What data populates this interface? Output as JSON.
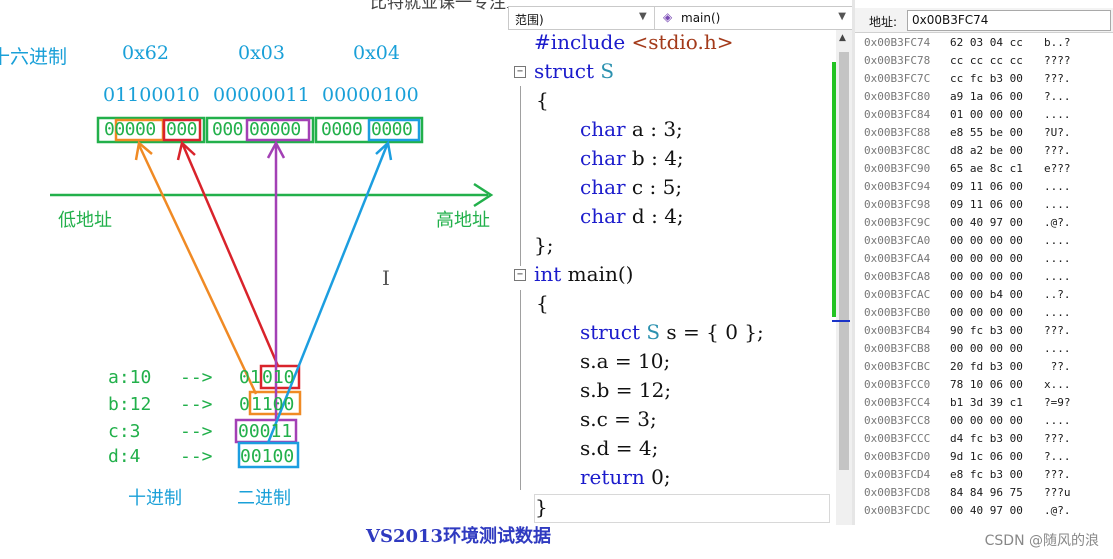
{
  "top_banner": "比特就业课一专注IT大学生就业的精品课程",
  "diagram": {
    "hex_row_label": "十六进制",
    "hex_values": [
      "0x62",
      "0x03",
      "0x04"
    ],
    "binary_values": [
      "01100010",
      "00000011",
      "00000100"
    ],
    "box_byte1_a": "00000",
    "box_byte1_b": "000",
    "box_byte2_a": "000",
    "box_byte2_b": "00000",
    "box_byte3_a": "0000",
    "box_byte3_b": "0000",
    "low_addr": "低地址",
    "high_addr": "高地址",
    "assignments": [
      {
        "left": "a:10",
        "arrow": "-->",
        "bin_a": "01",
        "bin_b": "010"
      },
      {
        "left": "b:12",
        "arrow": "-->",
        "bin_a": "0",
        "bin_b": "1100"
      },
      {
        "left": "c:3",
        "arrow": "-->",
        "bin_a": "00011",
        "bin_b": ""
      },
      {
        "left": "d:4",
        "arrow": "-->",
        "bin_a": "00100",
        "bin_b": ""
      }
    ],
    "decimal_label": "十进制",
    "binary_label": "二进制"
  },
  "editor": {
    "scope_dropdown": "(全局范围)",
    "scope_visible": "范围)",
    "function_dropdown": "main()",
    "code": {
      "l1_a": "#include ",
      "l1_b": "<stdio.h>",
      "l2_kw": "struct",
      "l2_ty": " S",
      "l3": "{",
      "l4_kw": "char",
      "l4_rest": " a : 3;",
      "l5_kw": "char",
      "l5_rest": " b : 4;",
      "l6_kw": "char",
      "l6_rest": " c : 5;",
      "l7_kw": "char",
      "l7_rest": " d : 4;",
      "l8": "};",
      "l9_kw": "int",
      "l9_rest": " main()",
      "l10": "{",
      "l11_kw": "struct",
      "l11_ty": " S",
      "l11_rest": " s = { 0 };",
      "l12": "s.a = 10;",
      "l13": "s.b = 12;",
      "l14": "s.c = 3;",
      "l15": "s.d = 4;",
      "l16_kw": "return",
      "l16_rest": " 0;",
      "l17": "}"
    }
  },
  "memory": {
    "address_label": "地址:",
    "address_value": "0x00B3FC74",
    "rows": [
      {
        "addr": "0x00B3FC74",
        "bytes": "62 03 04 cc",
        "text": "b..?"
      },
      {
        "addr": "0x00B3FC78",
        "bytes": "cc cc cc cc",
        "text": "????"
      },
      {
        "addr": "0x00B3FC7C",
        "bytes": "cc fc b3 00",
        "text": "???."
      },
      {
        "addr": "0x00B3FC80",
        "bytes": "a9 1a 06 00",
        "text": "?..."
      },
      {
        "addr": "0x00B3FC84",
        "bytes": "01 00 00 00",
        "text": "...."
      },
      {
        "addr": "0x00B3FC88",
        "bytes": "e8 55 be 00",
        "text": "?U?."
      },
      {
        "addr": "0x00B3FC8C",
        "bytes": "d8 a2 be 00",
        "text": "???."
      },
      {
        "addr": "0x00B3FC90",
        "bytes": "65 ae 8c c1",
        "text": "e???"
      },
      {
        "addr": "0x00B3FC94",
        "bytes": "09 11 06 00",
        "text": "...."
      },
      {
        "addr": "0x00B3FC98",
        "bytes": "09 11 06 00",
        "text": "...."
      },
      {
        "addr": "0x00B3FC9C",
        "bytes": "00 40 97 00",
        "text": ".@?."
      },
      {
        "addr": "0x00B3FCA0",
        "bytes": "00 00 00 00",
        "text": "...."
      },
      {
        "addr": "0x00B3FCA4",
        "bytes": "00 00 00 00",
        "text": "...."
      },
      {
        "addr": "0x00B3FCA8",
        "bytes": "00 00 00 00",
        "text": "...."
      },
      {
        "addr": "0x00B3FCAC",
        "bytes": "00 00 b4 00",
        "text": "..?."
      },
      {
        "addr": "0x00B3FCB0",
        "bytes": "00 00 00 00",
        "text": "...."
      },
      {
        "addr": "0x00B3FCB4",
        "bytes": "90 fc b3 00",
        "text": "???."
      },
      {
        "addr": "0x00B3FCB8",
        "bytes": "00 00 00 00",
        "text": "...."
      },
      {
        "addr": "0x00B3FCBC",
        "bytes": "20 fd b3 00",
        "text": " ??."
      },
      {
        "addr": "0x00B3FCC0",
        "bytes": "78 10 06 00",
        "text": "x..."
      },
      {
        "addr": "0x00B3FCC4",
        "bytes": "b1 3d 39 c1",
        "text": "?=9?"
      },
      {
        "addr": "0x00B3FCC8",
        "bytes": "00 00 00 00",
        "text": "...."
      },
      {
        "addr": "0x00B3FCCC",
        "bytes": "d4 fc b3 00",
        "text": "???."
      },
      {
        "addr": "0x00B3FCD0",
        "bytes": "9d 1c 06 00",
        "text": "?..."
      },
      {
        "addr": "0x00B3FCD4",
        "bytes": "e8 fc b3 00",
        "text": "???."
      },
      {
        "addr": "0x00B3FCD8",
        "bytes": "84 84 96 75",
        "text": "???u"
      },
      {
        "addr": "0x00B3FCDC",
        "bytes": "00 40 97 00",
        "text": ".@?."
      }
    ]
  },
  "footer_caption": "VS2013环境测试数据",
  "watermark": "CSDN @随风的浪",
  "colors": {
    "green": "#22b04b",
    "blue": "#1aa0d8",
    "orange": "#f08a24",
    "red": "#d9232b",
    "purple": "#a340b5",
    "sky": "#1c9ee0"
  }
}
